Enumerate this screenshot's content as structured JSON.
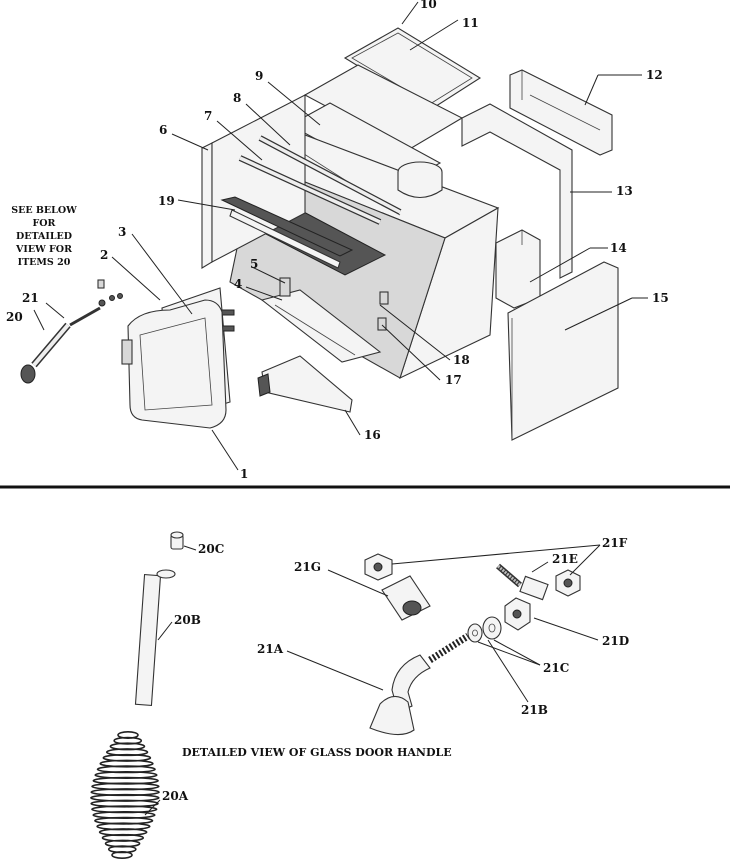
{
  "note": {
    "lines": [
      "SEE BELOW",
      "FOR",
      "DETAILED",
      "VIEW FOR",
      "ITEMS 20"
    ]
  },
  "callouts": {
    "c1": "1",
    "c2": "2",
    "c3": "3",
    "c4": "4",
    "c5": "5",
    "c6": "6",
    "c7": "7",
    "c8": "8",
    "c9": "9",
    "c10": "10",
    "c11": "11",
    "c12": "12",
    "c13": "13",
    "c14": "14",
    "c15": "15",
    "c16": "16",
    "c17": "17",
    "c18": "18",
    "c19": "19",
    "c20": "20",
    "c21": "21",
    "c20a": "20A",
    "c20b": "20B",
    "c20c": "20C",
    "c21a": "21A",
    "c21b": "21B",
    "c21c": "21C",
    "c21d": "21D",
    "c21e": "21E",
    "c21f": "21F",
    "c21g": "21G"
  },
  "caption": "DETAILED VIEW OF GLASS DOOR HANDLE"
}
